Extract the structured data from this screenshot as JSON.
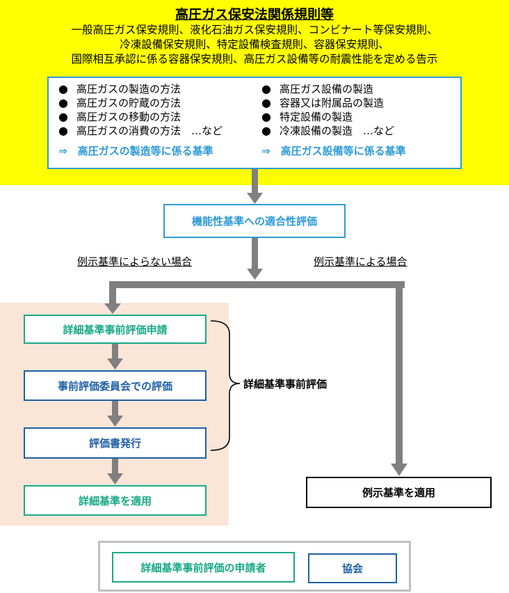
{
  "header": {
    "title": "高圧ガス保安法関係規則等",
    "subtitle_lines": [
      "一般高圧ガス保安規則、液化石油ガス保安規則、コンビナート等保安規則、",
      "冷凍設備保安規則、特定設備検査規則、容器保安規則、",
      "国際相互承認に係る容器保安規則、高圧ガス設備等の耐震性能を定める告示"
    ]
  },
  "scope": {
    "bullet_symbol": "●",
    "left_items": [
      "高圧ガスの製造の方法",
      "高圧ガスの貯蔵の方法",
      "高圧ガスの移動の方法",
      "高圧ガスの消費の方法　…など"
    ],
    "right_items": [
      "高圧ガス設備の製造",
      "容器又は附属品の製造",
      "特定設備の製造",
      "冷凍設備の製造　…など"
    ],
    "left_result": "⇒　高圧ガスの製造等に係る基準",
    "right_result": "⇒　高圧ガス設備等に係る基準"
  },
  "flow": {
    "conformity": "機能性基準への適合性評価",
    "branch_left": "例示基準によらない場合",
    "branch_right": "例示基準による場合",
    "step1": "詳細基準事前評価申請",
    "step2": "事前評価委員会での評価",
    "step3": "評価書発行",
    "step4": "詳細基準を適用",
    "brace_label": "詳細基準事前評価",
    "right_end": "例示基準を適用"
  },
  "legend": {
    "applicant": "詳細基準事前評価の申請者",
    "association": "協会"
  },
  "colors": {
    "teal": "#1aaa86",
    "blue": "#1f5fa6",
    "light_blue": "#2e9bd6",
    "arrow_gray": "#808080",
    "yellow": "#ffff00",
    "peach": "#fbe5d6"
  }
}
